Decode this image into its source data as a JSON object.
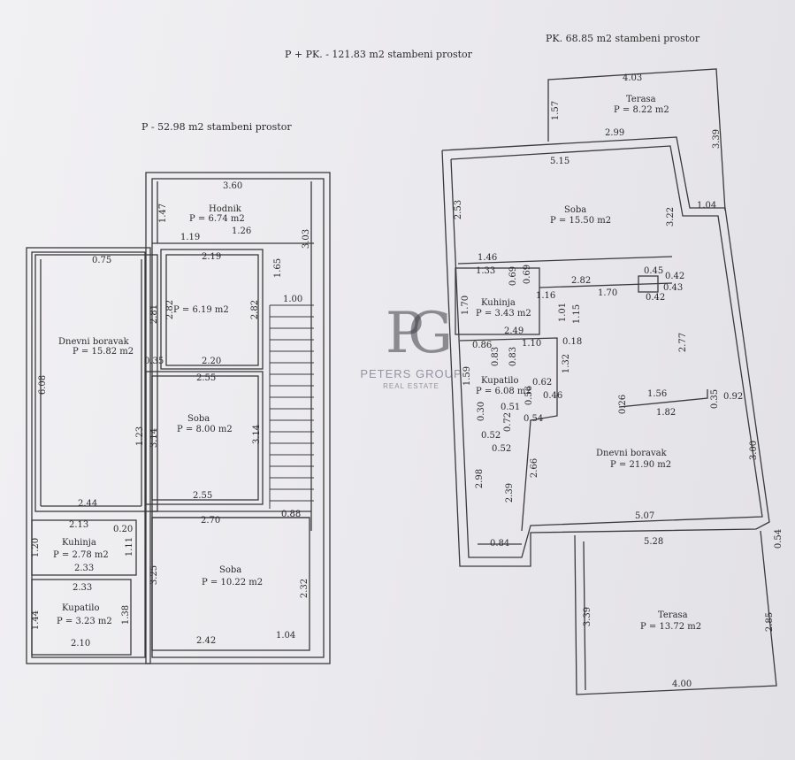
{
  "headings": {
    "total": "P + PK. - 121.83 m2 stambeni prostor",
    "ground": "P - 52.98 m2 stambeni prostor",
    "attic": "PK. 68.85 m2 stambeni prostor"
  },
  "ground_floor": {
    "rooms": {
      "hodnik_name": "Hodnik",
      "hodnik_area": "P = 6.74 m2",
      "room_small_area": "P = 6.19 m2",
      "dnevni_name": "Dnevni boravak",
      "dnevni_area": "P = 15.82 m2",
      "soba1_name": "Soba",
      "soba1_area": "P = 8.00 m2",
      "soba2_name": "Soba",
      "soba2_area": "P = 10.22 m2",
      "kuhinja_name": "Kuhinja",
      "kuhinja_area": "P = 2.78 m2",
      "kupatilo_name": "Kupatilo",
      "kupatilo_area": "P = 3.23 m2"
    },
    "dims": {
      "d360": "3.60",
      "d147": "1.47",
      "d303": "3.03",
      "d119": "1.19",
      "d126": "1.26",
      "d075": "0.75",
      "d219": "2.19",
      "d165": "1.65",
      "d281a": "2.81",
      "d282a": "2.82",
      "d282b": "2.82",
      "d100": "1.00",
      "d608": "6.08",
      "d035": "0.35",
      "d220": "2.20",
      "d255a": "2.55",
      "d314a": "3.14",
      "d314b": "3.14",
      "d123": "1.23",
      "d244": "2.44",
      "d255b": "2.55",
      "d213": "2.13",
      "d270": "2.70",
      "d088": "0.88",
      "d020": "0.20",
      "d120": "1.20",
      "d111": "1.11",
      "d233a": "2.33",
      "d233b": "2.33",
      "d325": "3.25",
      "d232": "2.32",
      "d144": "1.44",
      "d138": "1.38",
      "d210": "2.10",
      "d242": "2.42",
      "d104": "1.04"
    }
  },
  "attic_floor": {
    "rooms": {
      "terasa1_name": "Terasa",
      "terasa1_area": "P = 8.22 m2",
      "soba_name": "Soba",
      "soba_area": "P = 15.50 m2",
      "kuhinja_name": "Kuhinja",
      "kuhinja_area": "P = 3.43 m2",
      "kupatilo_name": "Kupatilo",
      "kupatilo_area": "P = 6.08 m2",
      "dnevni_name": "Dnevni boravak",
      "dnevni_area": "P = 21.90 m2",
      "terasa2_name": "Terasa",
      "terasa2_area": "P = 13.72 m2"
    },
    "dims": {
      "d403": "4.03",
      "d157": "1.57",
      "d339a": "3.39",
      "d299": "2.99",
      "d515": "5.15",
      "d253": "2.53",
      "d322": "3.22",
      "d104": "1.04",
      "d146": "1.46",
      "d133": "1.33",
      "d069a": "0.69",
      "d069b": "0.69",
      "d045": "0.45",
      "d042a": "0.42",
      "d282": "2.82",
      "d043": "0.43",
      "d116": "1.16",
      "d170a": "1.70",
      "d042b": "0.42",
      "d170b": "1.70",
      "d101": "1.01",
      "d115": "1.15",
      "d249": "2.49",
      "d086": "0.86",
      "d110": "1.10",
      "d018": "0.18",
      "d083a": "0.83",
      "d083b": "0.83",
      "d132": "1.32",
      "d277": "2.77",
      "d159": "1.59",
      "d062": "0.62",
      "d030": "0.30",
      "d051": "0.51",
      "d056": "0.56",
      "d046": "0.46",
      "d026": "0.26",
      "d156": "1.56",
      "d182": "1.82",
      "d035": "0.35",
      "d092": "0.92",
      "d072": "0.72",
      "d054a": "0.54",
      "d052a": "0.52",
      "d052b": "0.52",
      "d266": "2.66",
      "d300": "3.00",
      "d298": "2.98",
      "d239": "2.39",
      "d507": "5.07",
      "d528": "5.28",
      "d054b": "0.54",
      "d084": "0.84",
      "d339b": "3.39",
      "d285": "2.85",
      "d400": "4.00"
    }
  },
  "watermark": {
    "mark": "PG",
    "name": "PETERS GROUP",
    "sub": "REAL ESTATE"
  }
}
